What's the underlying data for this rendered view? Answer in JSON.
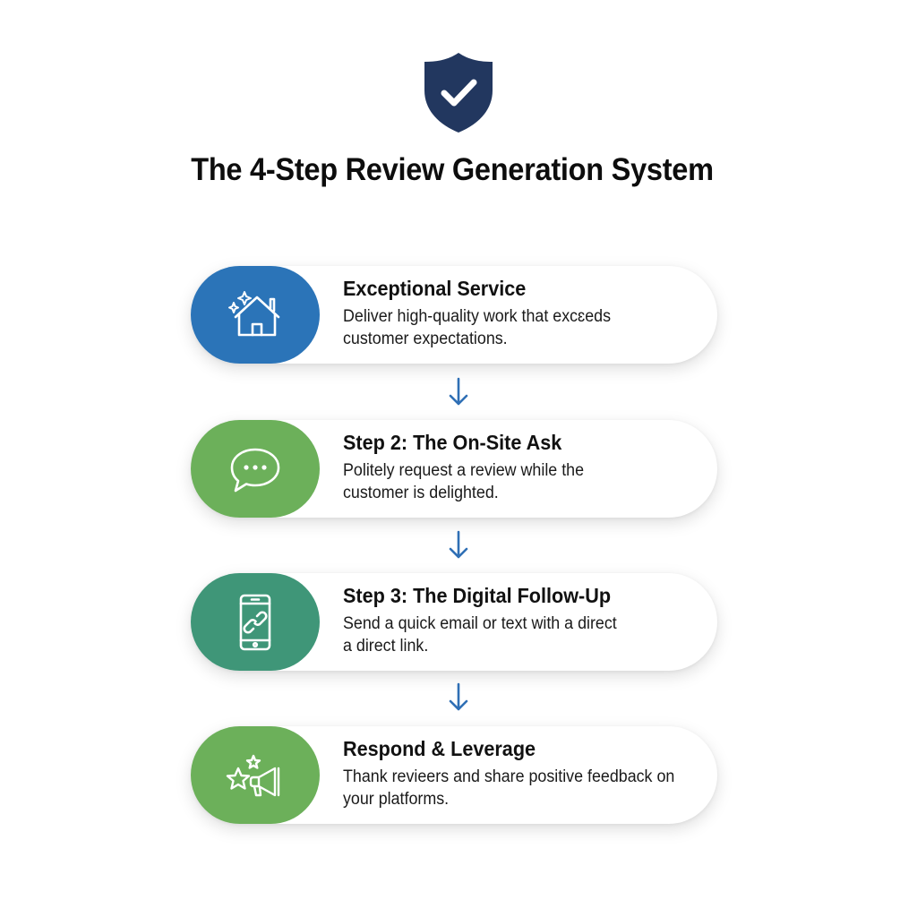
{
  "header": {
    "icon": "shield-check-icon",
    "title": "The 4-Step Review Generation System"
  },
  "colors": {
    "shield": "#22375f",
    "arrow": "#2f6fb5",
    "step1": "#2b74b8",
    "step2": "#6cb05a",
    "step3": "#3f9678",
    "step4": "#6cb05a"
  },
  "steps": [
    {
      "icon": "house-sparkle-icon",
      "title": "Exceptional Service",
      "line1": "Deliver high-quality work that excɛeds",
      "line2": "customer expectations."
    },
    {
      "icon": "chat-bubble-icon",
      "title": "Step 2: The On-Site Ask",
      "line1": "Politely request a review while the",
      "line2": "customer is delighted."
    },
    {
      "icon": "phone-link-icon",
      "title": "Step 3: The Digital Follow-Up",
      "line1": "Send a quick email or text with a direct",
      "line2": "a direct link."
    },
    {
      "icon": "stars-megaphone-icon",
      "title": "Respond & Leverage",
      "line1": "Thank revieers and share positive feedback on",
      "line2": "your platforms."
    }
  ],
  "connectors": [
    "arrow-down-icon",
    "arrow-down-icon",
    "arrow-down-icon"
  ]
}
